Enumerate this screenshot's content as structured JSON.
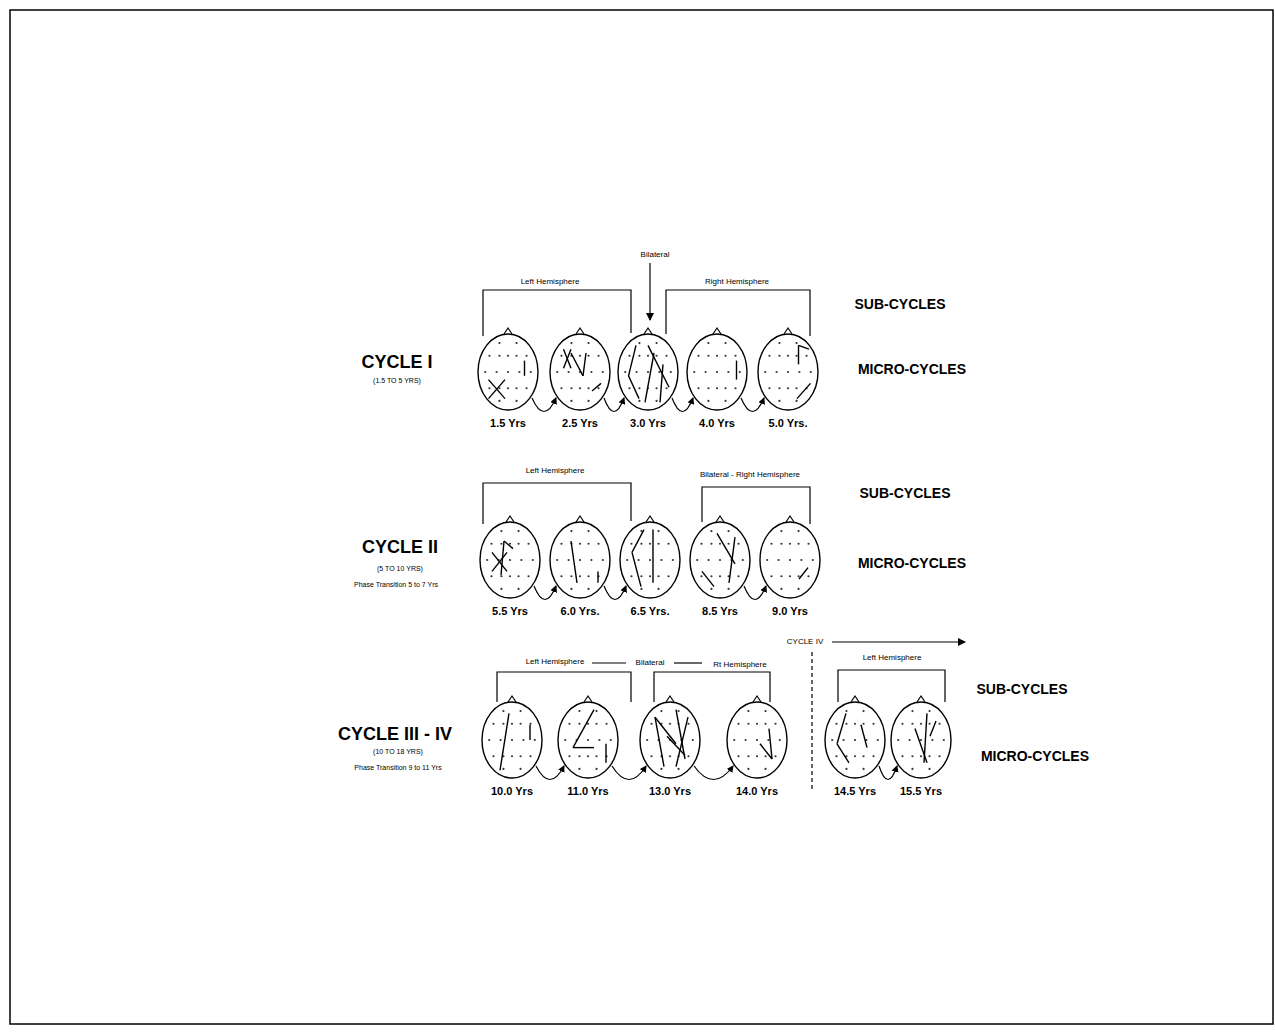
{
  "diagram": {
    "nodes": [
      {
        "text": [
          "1.5 Yrs"
        ]
      },
      {
        "text": [
          "2.5 Yrs"
        ]
      },
      {
        "text": [
          "3.0 Yrs"
        ]
      },
      {
        "text": [
          "4.0 Yrs"
        ]
      },
      {
        "text": [
          "5.0 Yrs."
        ]
      },
      {
        "text": [
          "5.5 Yrs"
        ]
      },
      {
        "text": [
          "6.0 Yrs."
        ]
      },
      {
        "text": [
          "6.5 Yrs."
        ]
      },
      {
        "text": [
          "8.5 Yrs"
        ]
      },
      {
        "text": [
          "9.0 Yrs"
        ]
      },
      {
        "text": [
          "10.0 Yrs"
        ]
      },
      {
        "text": [
          "11.0 Yrs"
        ]
      },
      {
        "text": [
          "13.0 Yrs"
        ]
      },
      {
        "text": [
          "14.0 Yrs"
        ]
      },
      {
        "text": [
          "14.5 Yrs"
        ]
      },
      {
        "text": [
          "15.5 Yrs"
        ]
      }
    ],
    "edges": [
      {
        "from": 0,
        "to": 1,
        "arrow": "to"
      },
      {
        "from": 1,
        "to": 2,
        "arrow": "to"
      },
      {
        "from": 2,
        "to": 3,
        "arrow": "to"
      },
      {
        "from": 3,
        "to": 4,
        "arrow": "to"
      },
      {
        "from": 5,
        "to": 6,
        "arrow": "to"
      },
      {
        "from": 6,
        "to": 7,
        "arrow": "to"
      },
      {
        "from": 8,
        "to": 9,
        "arrow": "to"
      },
      {
        "from": 10,
        "to": 11,
        "arrow": "to"
      },
      {
        "from": 11,
        "to": 12,
        "arrow": "to"
      },
      {
        "from": 12,
        "to": 13,
        "arrow": "to"
      },
      {
        "from": 14,
        "to": 15,
        "arrow": "to"
      }
    ],
    "labels": [
      "Bilateral",
      "Left Hemisphere",
      "Right Hemisphere",
      "SUB-CYCLES",
      "CYCLE I",
      "(1.5 TO 5 YRS)",
      "MICRO-CYCLES",
      "Left Hemisphere",
      "Bilateral - Right Hemisphere",
      "SUB-CYCLES",
      "CYCLE II",
      "(5 TO 10 YRS)",
      "Phase Transition 5 to 7 Yrs",
      "MICRO-CYCLES",
      "CYCLE IV",
      "Left Hemisphere",
      "Bilateral",
      "Rt Hemisphere",
      "Left Hemisphere",
      "SUB-CYCLES",
      "CYCLE III - IV",
      "(10 TO 18 YRS)",
      "Phase Transition 9 to 11 Yrs",
      "MICRO-CYCLES"
    ]
  }
}
